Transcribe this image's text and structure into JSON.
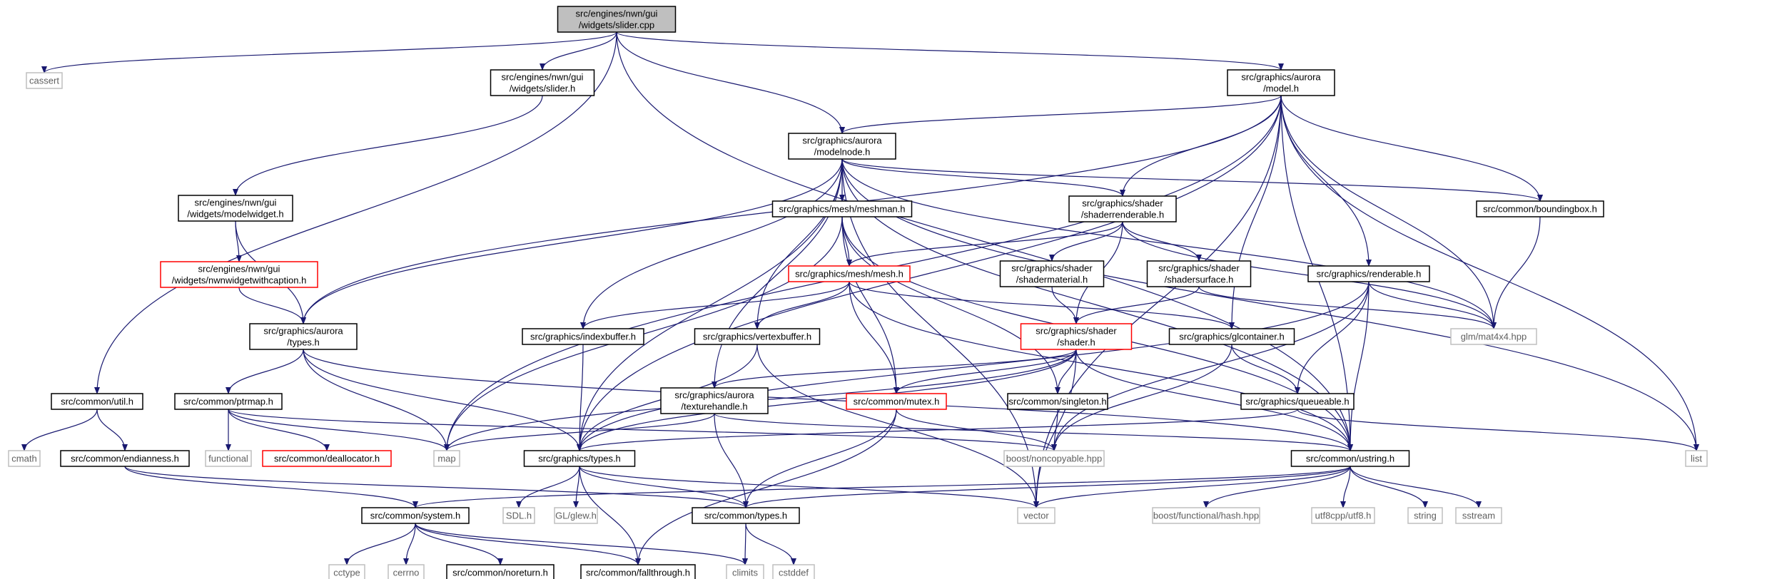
{
  "colors": {
    "edge": "#191970",
    "box_normal": "#000000",
    "box_truncated": "#ff0000",
    "box_external": "#bfbfbf",
    "root_fill": "#bfbfbf",
    "text_normal": "#000000",
    "text_external": "#5f5f5f"
  },
  "nodes": [
    {
      "id": "slider_cpp",
      "lines": [
        "src/engines/nwn/gui",
        "/widgets/slider.cpp"
      ],
      "kind": "root"
    },
    {
      "id": "cassert",
      "lines": [
        "cassert"
      ],
      "kind": "external"
    },
    {
      "id": "slider_h",
      "lines": [
        "src/engines/nwn/gui",
        "/widgets/slider.h"
      ],
      "kind": "normal"
    },
    {
      "id": "model_h",
      "lines": [
        "src/graphics/aurora",
        "/model.h"
      ],
      "kind": "normal"
    },
    {
      "id": "modelnode_h",
      "lines": [
        "src/graphics/aurora",
        "/modelnode.h"
      ],
      "kind": "normal"
    },
    {
      "id": "modelwidget_h",
      "lines": [
        "src/engines/nwn/gui",
        "/widgets/modelwidget.h"
      ],
      "kind": "normal"
    },
    {
      "id": "nwnwidgetwithcaption_h",
      "lines": [
        "src/engines/nwn/gui",
        "/widgets/nwnwidgetwithcaption.h"
      ],
      "kind": "truncated"
    },
    {
      "id": "aurora_types_h",
      "lines": [
        "src/graphics/aurora",
        "/types.h"
      ],
      "kind": "normal"
    },
    {
      "id": "meshman_h",
      "lines": [
        "src/graphics/mesh/meshman.h"
      ],
      "kind": "normal"
    },
    {
      "id": "mesh_h",
      "lines": [
        "src/graphics/mesh/mesh.h"
      ],
      "kind": "truncated"
    },
    {
      "id": "shaderrenderable_h",
      "lines": [
        "src/graphics/shader",
        "/shaderrenderable.h"
      ],
      "kind": "normal"
    },
    {
      "id": "shadermaterial_h",
      "lines": [
        "src/graphics/shader",
        "/shadermaterial.h"
      ],
      "kind": "normal"
    },
    {
      "id": "shadersurface_h",
      "lines": [
        "src/graphics/shader",
        "/shadersurface.h"
      ],
      "kind": "normal"
    },
    {
      "id": "shader_h",
      "lines": [
        "src/graphics/shader",
        "/shader.h"
      ],
      "kind": "truncated"
    },
    {
      "id": "boundingbox_h",
      "lines": [
        "src/common/boundingbox.h"
      ],
      "kind": "normal"
    },
    {
      "id": "renderable_h",
      "lines": [
        "src/graphics/renderable.h"
      ],
      "kind": "normal"
    },
    {
      "id": "glm_mat4x4",
      "lines": [
        "glm/mat4x4.hpp"
      ],
      "kind": "external"
    },
    {
      "id": "indexbuffer_h",
      "lines": [
        "src/graphics/indexbuffer.h"
      ],
      "kind": "normal"
    },
    {
      "id": "vertexbuffer_h",
      "lines": [
        "src/graphics/vertexbuffer.h"
      ],
      "kind": "normal"
    },
    {
      "id": "glcontainer_h",
      "lines": [
        "src/graphics/glcontainer.h"
      ],
      "kind": "normal"
    },
    {
      "id": "util_h",
      "lines": [
        "src/common/util.h"
      ],
      "kind": "normal"
    },
    {
      "id": "ptrmap_h",
      "lines": [
        "src/common/ptrmap.h"
      ],
      "kind": "normal"
    },
    {
      "id": "texturehandle_h",
      "lines": [
        "src/graphics/aurora",
        "/texturehandle.h"
      ],
      "kind": "normal"
    },
    {
      "id": "mutex_h",
      "lines": [
        "src/common/mutex.h"
      ],
      "kind": "truncated"
    },
    {
      "id": "singleton_h",
      "lines": [
        "src/common/singleton.h"
      ],
      "kind": "normal"
    },
    {
      "id": "queueable_h",
      "lines": [
        "src/graphics/queueable.h"
      ],
      "kind": "normal"
    },
    {
      "id": "cmath",
      "lines": [
        "cmath"
      ],
      "kind": "external"
    },
    {
      "id": "endianness_h",
      "lines": [
        "src/common/endianness.h"
      ],
      "kind": "normal"
    },
    {
      "id": "functional",
      "lines": [
        "functional"
      ],
      "kind": "external"
    },
    {
      "id": "deallocator_h",
      "lines": [
        "src/common/deallocator.h"
      ],
      "kind": "truncated"
    },
    {
      "id": "map",
      "lines": [
        "map"
      ],
      "kind": "external"
    },
    {
      "id": "graphics_types_h",
      "lines": [
        "src/graphics/types.h"
      ],
      "kind": "normal"
    },
    {
      "id": "boost_noncopyable",
      "lines": [
        "boost/noncopyable.hpp"
      ],
      "kind": "external"
    },
    {
      "id": "ustring_h",
      "lines": [
        "src/common/ustring.h"
      ],
      "kind": "normal"
    },
    {
      "id": "list",
      "lines": [
        "list"
      ],
      "kind": "external"
    },
    {
      "id": "system_h",
      "lines": [
        "src/common/system.h"
      ],
      "kind": "normal"
    },
    {
      "id": "sdl_h",
      "lines": [
        "SDL.h"
      ],
      "kind": "external"
    },
    {
      "id": "glew_h",
      "lines": [
        "GL/glew.h"
      ],
      "kind": "external"
    },
    {
      "id": "common_types_h",
      "lines": [
        "src/common/types.h"
      ],
      "kind": "normal"
    },
    {
      "id": "vector",
      "lines": [
        "vector"
      ],
      "kind": "external"
    },
    {
      "id": "boost_hash",
      "lines": [
        "boost/functional/hash.hpp"
      ],
      "kind": "external"
    },
    {
      "id": "utf8cpp",
      "lines": [
        "utf8cpp/utf8.h"
      ],
      "kind": "external"
    },
    {
      "id": "string",
      "lines": [
        "string"
      ],
      "kind": "external"
    },
    {
      "id": "sstream",
      "lines": [
        "sstream"
      ],
      "kind": "external"
    },
    {
      "id": "cctype",
      "lines": [
        "cctype"
      ],
      "kind": "external"
    },
    {
      "id": "cerrno",
      "lines": [
        "cerrno"
      ],
      "kind": "external"
    },
    {
      "id": "noreturn_h",
      "lines": [
        "src/common/noreturn.h"
      ],
      "kind": "normal"
    },
    {
      "id": "fallthrough_h",
      "lines": [
        "src/common/fallthrough.h"
      ],
      "kind": "normal"
    },
    {
      "id": "climits",
      "lines": [
        "climits"
      ],
      "kind": "external"
    },
    {
      "id": "cstddef",
      "lines": [
        "cstddef"
      ],
      "kind": "external"
    }
  ],
  "edges": [
    [
      "slider_cpp",
      "cassert"
    ],
    [
      "slider_cpp",
      "slider_h"
    ],
    [
      "slider_cpp",
      "model_h"
    ],
    [
      "slider_cpp",
      "modelnode_h"
    ],
    [
      "slider_cpp",
      "util_h"
    ],
    [
      "slider_cpp",
      "ustring_h"
    ],
    [
      "slider_h",
      "modelwidget_h"
    ],
    [
      "modelwidget_h",
      "nwnwidgetwithcaption_h"
    ],
    [
      "modelwidget_h",
      "aurora_types_h"
    ],
    [
      "nwnwidgetwithcaption_h",
      "aurora_types_h"
    ],
    [
      "model_h",
      "modelnode_h"
    ],
    [
      "model_h",
      "aurora_types_h"
    ],
    [
      "model_h",
      "graphics_types_h"
    ],
    [
      "model_h",
      "shaderrenderable_h"
    ],
    [
      "model_h",
      "boundingbox_h"
    ],
    [
      "model_h",
      "renderable_h"
    ],
    [
      "model_h",
      "glm_mat4x4"
    ],
    [
      "model_h",
      "glcontainer_h"
    ],
    [
      "model_h",
      "ustring_h"
    ],
    [
      "model_h",
      "map"
    ],
    [
      "model_h",
      "list"
    ],
    [
      "model_h",
      "vector"
    ],
    [
      "modelnode_h",
      "aurora_types_h"
    ],
    [
      "modelnode_h",
      "graphics_types_h"
    ],
    [
      "modelnode_h",
      "meshman_h"
    ],
    [
      "modelnode_h",
      "shaderrenderable_h"
    ],
    [
      "modelnode_h",
      "boundingbox_h"
    ],
    [
      "modelnode_h",
      "indexbuffer_h"
    ],
    [
      "modelnode_h",
      "vertexbuffer_h"
    ],
    [
      "modelnode_h",
      "texturehandle_h"
    ],
    [
      "modelnode_h",
      "ustring_h"
    ],
    [
      "modelnode_h",
      "vector"
    ],
    [
      "modelnode_h",
      "list"
    ],
    [
      "modelnode_h",
      "glm_mat4x4"
    ],
    [
      "meshman_h",
      "mesh_h"
    ],
    [
      "meshman_h",
      "mutex_h"
    ],
    [
      "meshman_h",
      "singleton_h"
    ],
    [
      "meshman_h",
      "map"
    ],
    [
      "meshman_h",
      "ustring_h"
    ],
    [
      "mesh_h",
      "indexbuffer_h"
    ],
    [
      "mesh_h",
      "vertexbuffer_h"
    ],
    [
      "mesh_h",
      "glcontainer_h"
    ],
    [
      "mesh_h",
      "mutex_h"
    ],
    [
      "mesh_h",
      "ustring_h"
    ],
    [
      "shaderrenderable_h",
      "mesh_h"
    ],
    [
      "shaderrenderable_h",
      "shadermaterial_h"
    ],
    [
      "shaderrenderable_h",
      "shadersurface_h"
    ],
    [
      "shaderrenderable_h",
      "shader_h"
    ],
    [
      "shaderrenderable_h",
      "glm_mat4x4"
    ],
    [
      "shadermaterial_h",
      "shader_h"
    ],
    [
      "shadersurface_h",
      "shader_h"
    ],
    [
      "shadersurface_h",
      "glm_mat4x4"
    ],
    [
      "shader_h",
      "graphics_types_h"
    ],
    [
      "shader_h",
      "singleton_h"
    ],
    [
      "shader_h",
      "mutex_h"
    ],
    [
      "shader_h",
      "ustring_h"
    ],
    [
      "shader_h",
      "vector"
    ],
    [
      "shader_h",
      "texturehandle_h"
    ],
    [
      "shader_h",
      "map"
    ],
    [
      "boundingbox_h",
      "glm_mat4x4"
    ],
    [
      "renderable_h",
      "queueable_h"
    ],
    [
      "renderable_h",
      "glm_mat4x4"
    ],
    [
      "renderable_h",
      "ustring_h"
    ],
    [
      "renderable_h",
      "graphics_types_h"
    ],
    [
      "renderable_h",
      "boost_noncopyable"
    ],
    [
      "indexbuffer_h",
      "graphics_types_h"
    ],
    [
      "vertexbuffer_h",
      "graphics_types_h"
    ],
    [
      "vertexbuffer_h",
      "vector"
    ],
    [
      "glcontainer_h",
      "queueable_h"
    ],
    [
      "glcontainer_h",
      "boost_noncopyable"
    ],
    [
      "aurora_types_h",
      "ptrmap_h"
    ],
    [
      "aurora_types_h",
      "graphics_types_h"
    ],
    [
      "aurora_types_h",
      "map"
    ],
    [
      "aurora_types_h",
      "ustring_h"
    ],
    [
      "util_h",
      "cmath"
    ],
    [
      "util_h",
      "endianness_h"
    ],
    [
      "endianness_h",
      "system_h"
    ],
    [
      "endianness_h",
      "common_types_h"
    ],
    [
      "ptrmap_h",
      "functional"
    ],
    [
      "ptrmap_h",
      "deallocator_h"
    ],
    [
      "ptrmap_h",
      "map"
    ],
    [
      "ptrmap_h",
      "boost_noncopyable"
    ],
    [
      "texturehandle_h",
      "common_types_h"
    ],
    [
      "texturehandle_h",
      "ustring_h"
    ],
    [
      "texturehandle_h",
      "map"
    ],
    [
      "mutex_h",
      "common_types_h"
    ],
    [
      "mutex_h",
      "boost_noncopyable"
    ],
    [
      "mutex_h",
      "fallthrough_h"
    ],
    [
      "singleton_h",
      "boost_noncopyable"
    ],
    [
      "queueable_h",
      "list"
    ],
    [
      "queueable_h",
      "graphics_types_h"
    ],
    [
      "graphics_types_h",
      "sdl_h"
    ],
    [
      "graphics_types_h",
      "glew_h"
    ],
    [
      "graphics_types_h",
      "common_types_h"
    ],
    [
      "graphics_types_h",
      "fallthrough_h"
    ],
    [
      "graphics_types_h",
      "vector"
    ],
    [
      "ustring_h",
      "system_h"
    ],
    [
      "ustring_h",
      "common_types_h"
    ],
    [
      "ustring_h",
      "vector"
    ],
    [
      "ustring_h",
      "boost_hash"
    ],
    [
      "ustring_h",
      "utf8cpp"
    ],
    [
      "ustring_h",
      "string"
    ],
    [
      "ustring_h",
      "sstream"
    ],
    [
      "system_h",
      "cctype"
    ],
    [
      "system_h",
      "cerrno"
    ],
    [
      "system_h",
      "noreturn_h"
    ],
    [
      "system_h",
      "fallthrough_h"
    ],
    [
      "system_h",
      "climits"
    ],
    [
      "common_types_h",
      "climits"
    ],
    [
      "common_types_h",
      "cstddef"
    ]
  ]
}
